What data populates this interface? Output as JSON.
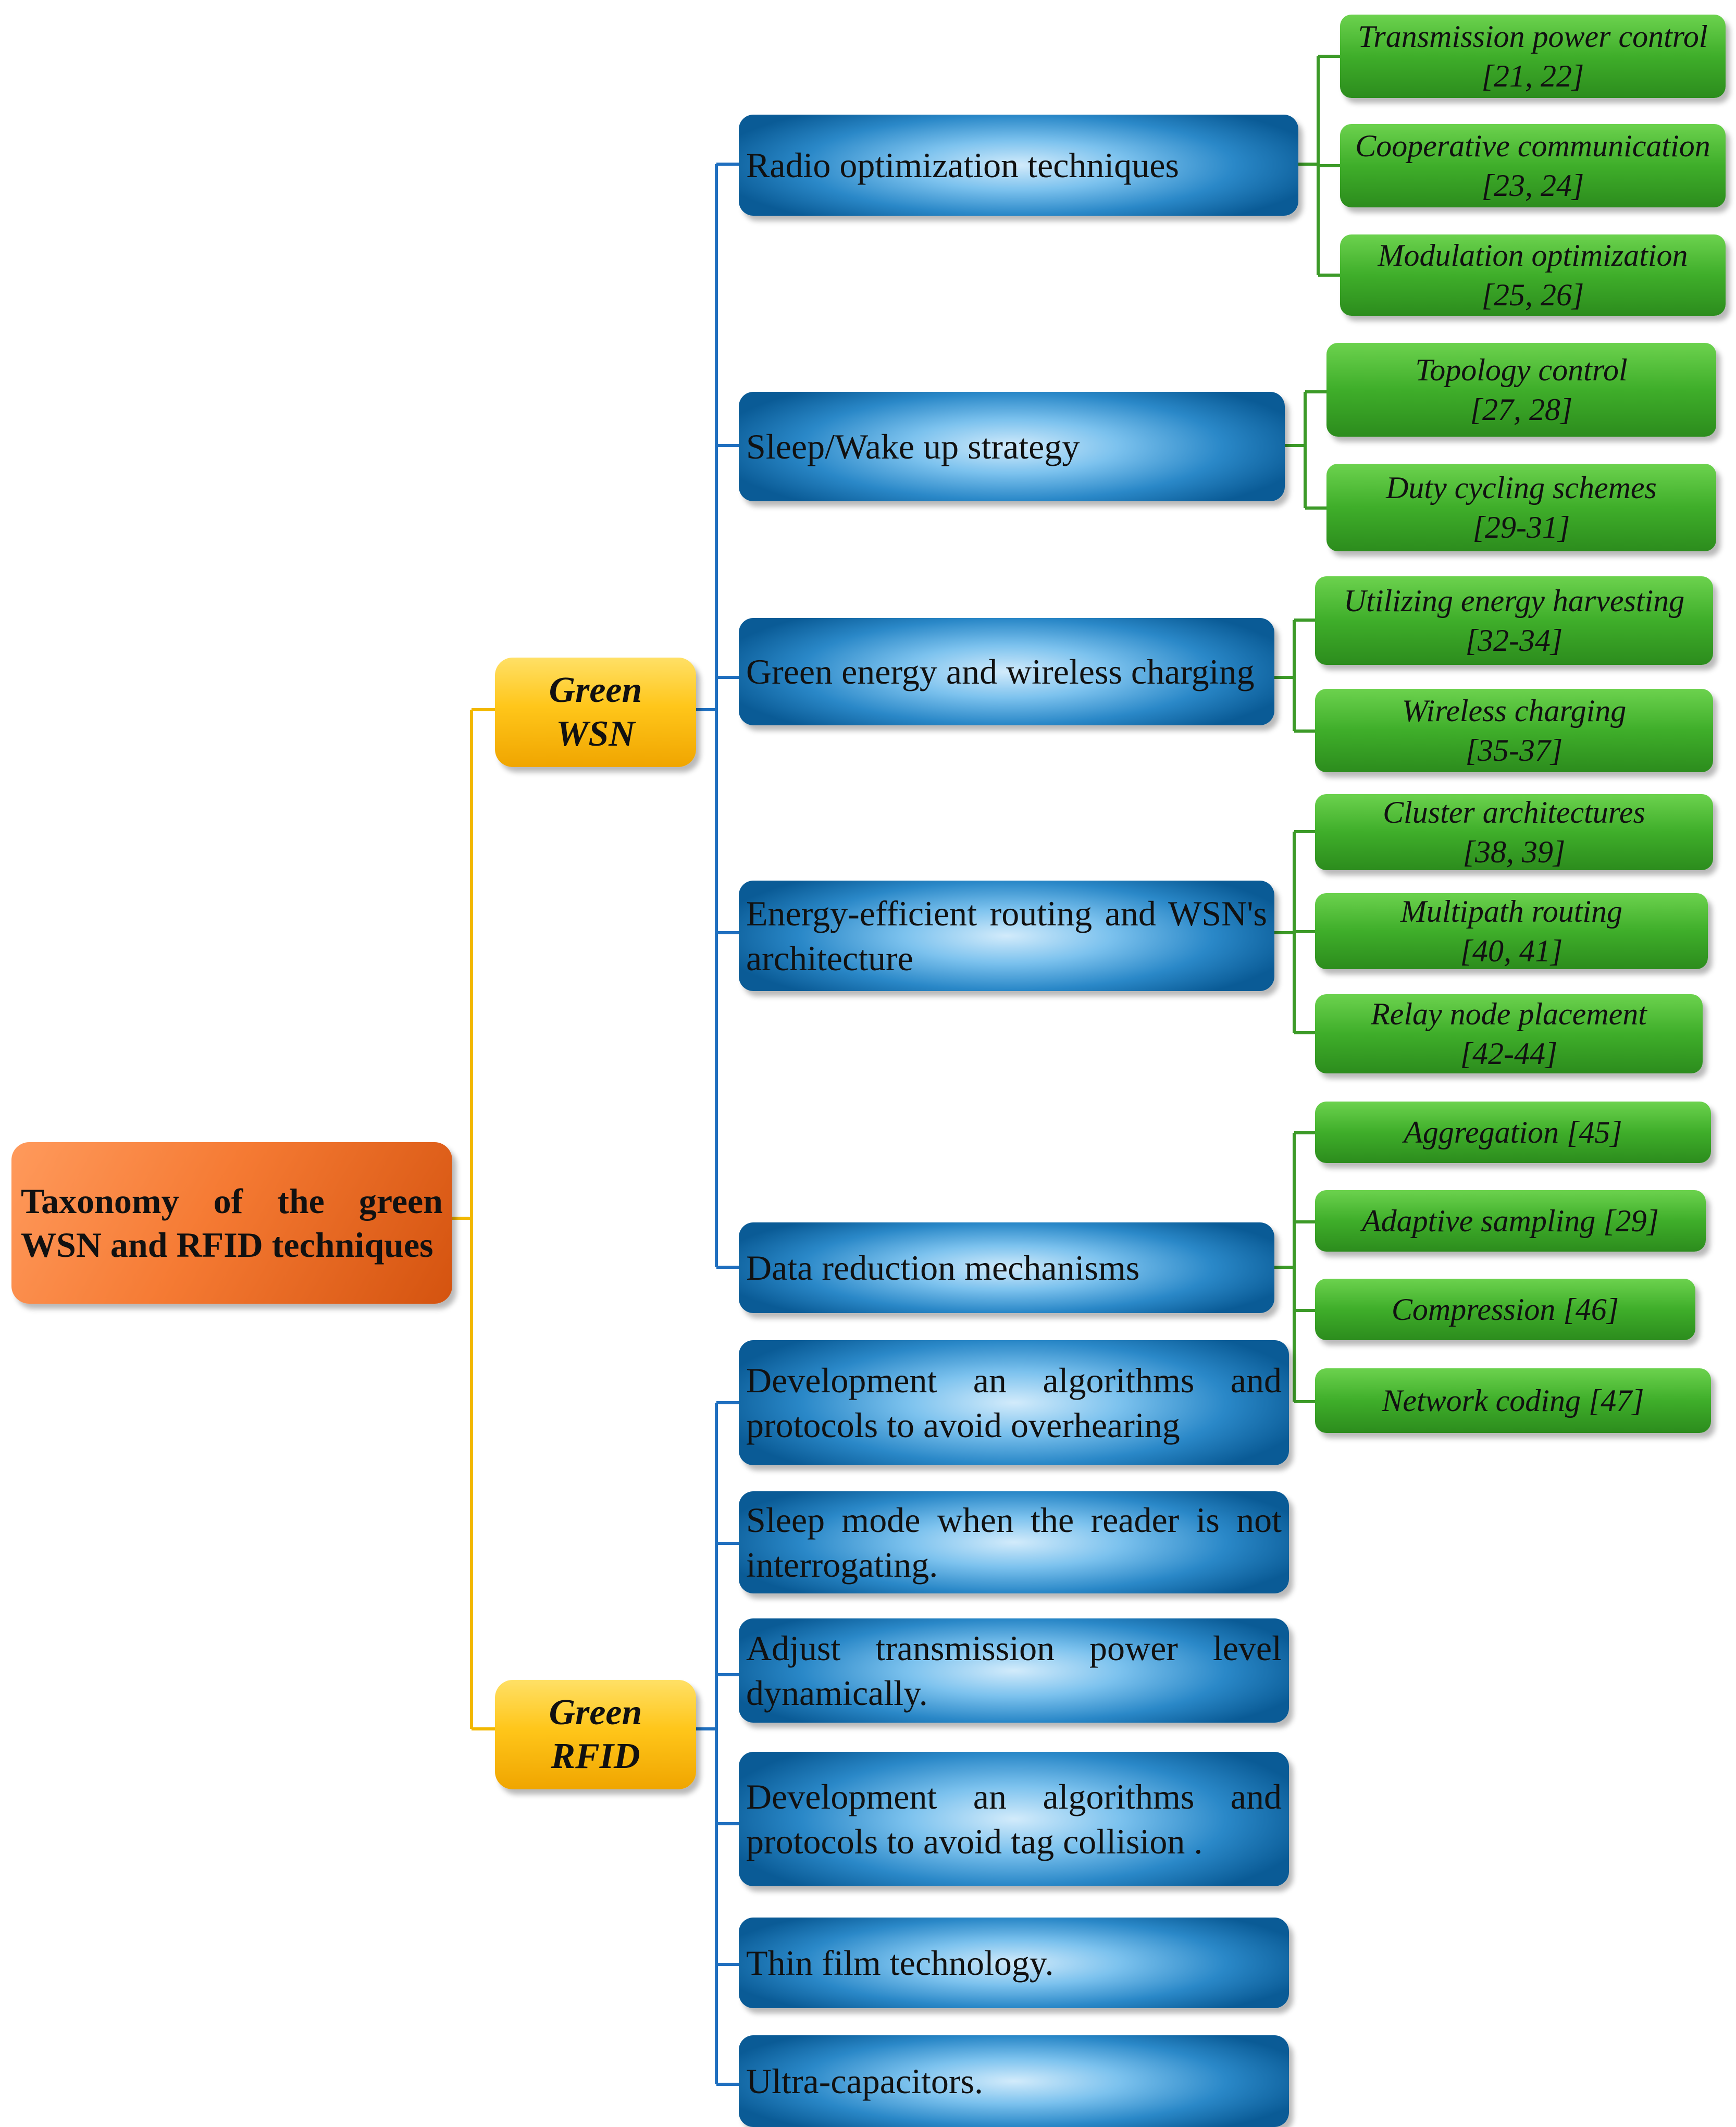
{
  "root": {
    "label": "Taxonomy of the green WSN and RFID techniques"
  },
  "green_wsn": {
    "label_line1": "Green",
    "label_line2": "WSN",
    "techniques": [
      {
        "label": "Radio optimization techniques",
        "children": [
          {
            "title": "Transmission power control",
            "refs": "[21, 22]"
          },
          {
            "title": "Cooperative communication",
            "refs": "[23, 24]"
          },
          {
            "title": "Modulation optimization",
            "refs": "[25, 26]"
          }
        ]
      },
      {
        "label": "Sleep/Wake up strategy",
        "children": [
          {
            "title": "Topology control",
            "refs": "[27, 28]"
          },
          {
            "title": "Duty cycling schemes",
            "refs": "[29-31]"
          }
        ]
      },
      {
        "label": "Green energy and wireless charging",
        "children": [
          {
            "title": "Utilizing energy harvesting",
            "refs": "[32-34]"
          },
          {
            "title": "Wireless charging",
            "refs": "[35-37]"
          }
        ]
      },
      {
        "label": "Energy-efficient routing and WSN's architecture",
        "children": [
          {
            "title": "Cluster architectures",
            "refs": "[38, 39]"
          },
          {
            "title": "Multipath routing",
            "refs": "[40, 41]"
          },
          {
            "title": "Relay node placement",
            "refs": "[42-44]"
          }
        ]
      },
      {
        "label": "Data reduction mechanisms",
        "children": [
          {
            "title": "Aggregation [45]"
          },
          {
            "title": "Adaptive sampling [29]"
          },
          {
            "title": "Compression  [46]"
          },
          {
            "title": "Network coding [47]"
          }
        ]
      }
    ]
  },
  "green_rfid": {
    "label_line1": "Green",
    "label_line2": "RFID",
    "techniques": [
      {
        "label": "Development an algorithms and protocols to avoid overhearing"
      },
      {
        "label": "Sleep mode when the reader is not interrogating."
      },
      {
        "label": "Adjust transmission power level dynamically."
      },
      {
        "label": "Development an algorithms and protocols to avoid tag collision ."
      },
      {
        "label": "Thin film technology."
      },
      {
        "label": "Ultra-capacitors."
      }
    ]
  },
  "colors": {
    "root": "#f57a33",
    "category": "#ffc61a",
    "technique": "#2a88c8",
    "leaf": "#3fae2a",
    "connector_root": "#f2b800",
    "connector_mid": "#1f6fbf",
    "connector_leaf": "#3c9a28"
  }
}
